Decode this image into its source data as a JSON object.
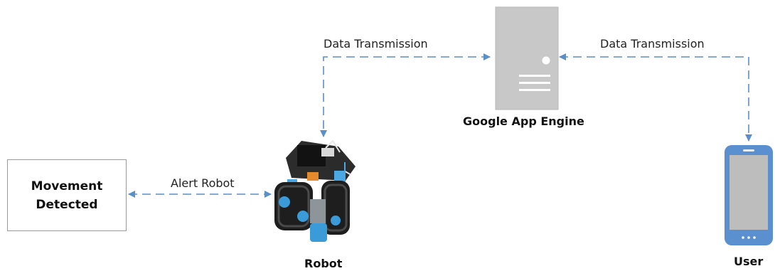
{
  "labels": {
    "data_transmission_left": "Data Transmission",
    "data_transmission_right": "Data Transmission",
    "alert_robot": "Alert Robot",
    "google_app_engine": "Google App Engine",
    "robot": "Robot",
    "user": "User"
  },
  "movement_box": {
    "text": "Movement\nDetected"
  },
  "icons": {
    "server": "server-icon",
    "robot": "robot-image",
    "phone": "smartphone-icon"
  },
  "colors": {
    "arrow": "#5b8fc9",
    "server": "#c8c8c8",
    "phone": "#5a8fd0"
  }
}
